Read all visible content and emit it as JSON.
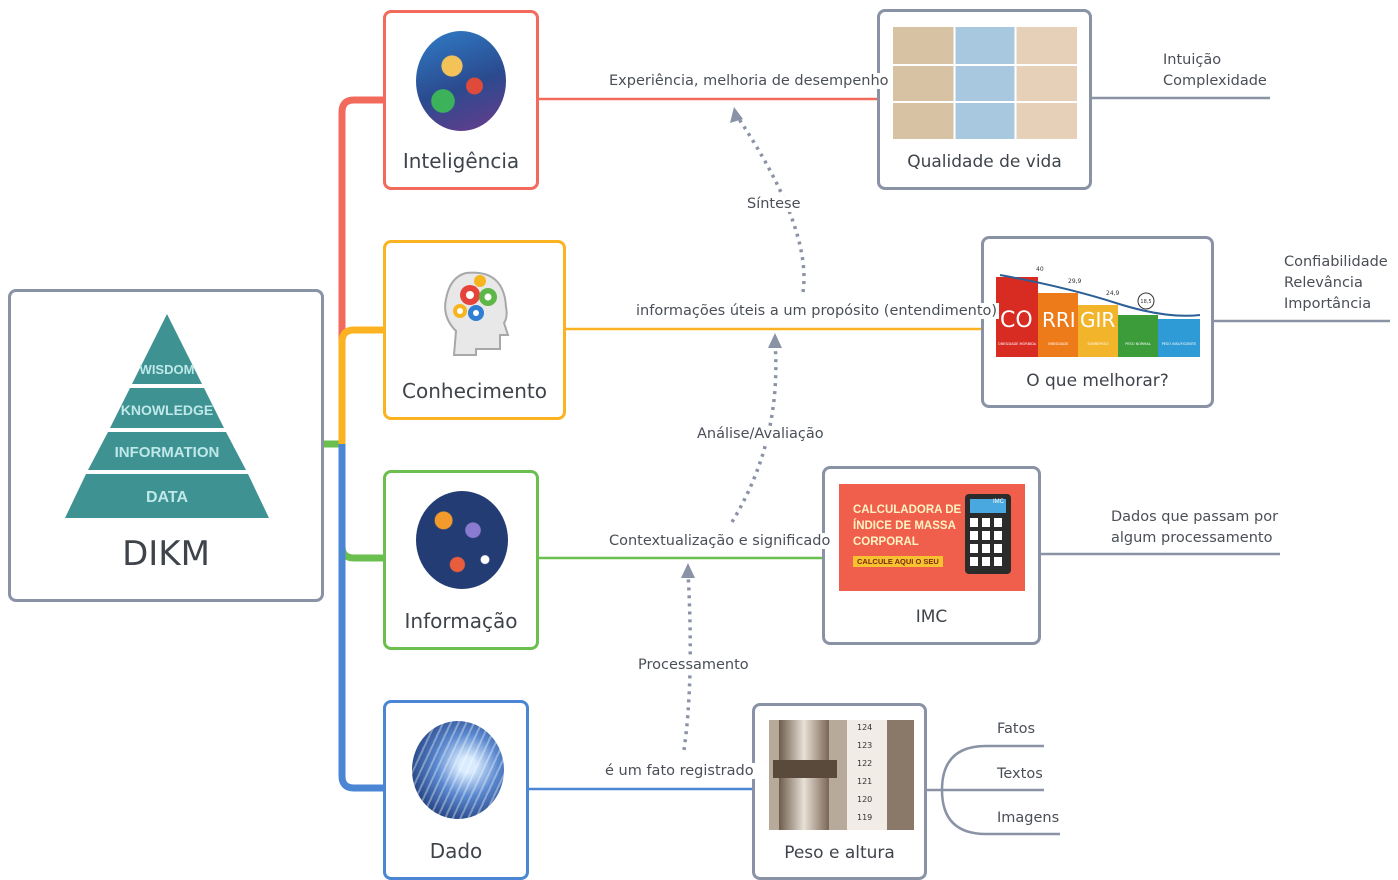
{
  "root": {
    "title": "DIKM",
    "pyramid_layers": [
      "WISDOM",
      "KNOWLEDGE",
      "INFORMATION",
      "DATA"
    ]
  },
  "levels": [
    {
      "id": "inteligencia",
      "label": "Inteligência",
      "color": "#f26a5b",
      "edge_label": "Experiência, melhoria de desempenho",
      "example": "Qualidade de vida",
      "notes": [
        "Intuição",
        "Complexidade"
      ]
    },
    {
      "id": "conhecimento",
      "label": "Conhecimento",
      "color": "#fbb321",
      "edge_label": "informações úteis a um propósito (entendimento)",
      "example": "O que melhorar?",
      "notes": [
        "Confiabilidade",
        "Relevância",
        "Importância"
      ]
    },
    {
      "id": "informacao",
      "label": "Informação",
      "color": "#6bbf4e",
      "edge_label": "Contextualização e significado",
      "example": "IMC",
      "notes": [
        "Dados que passam por",
        "algum processamento"
      ]
    },
    {
      "id": "dado",
      "label": "Dado",
      "color": "#4a86d4",
      "edge_label": "é um fato registrado",
      "example": "Peso e altura",
      "notes": [
        "Fatos",
        "Textos",
        "Imagens"
      ]
    }
  ],
  "transitions": [
    "Síntese",
    "Análise/Avaliação",
    "Processamento"
  ],
  "image_text": {
    "corrigir": {
      "letters": [
        "CO",
        "RRI",
        "GIR"
      ],
      "values": [
        "40",
        "29,9",
        "24,9",
        "18,5"
      ],
      "categories": [
        "OBESIDADE MÓRBIDA",
        "OBESIDADE",
        "SOBREPESO",
        "PESO NORMAL",
        "PESO INSUFICIENTE"
      ]
    },
    "imc_banner": {
      "lines": [
        "CALCULADORA DE",
        "ÍNDICE DE MASSA",
        "CORPORAL"
      ],
      "button": "CALCULE AQUI O SEU",
      "calc_display": "IMC"
    },
    "scale_ticks": [
      "124",
      "123",
      "122",
      "121",
      "120",
      "119"
    ]
  },
  "colors": {
    "border": "#8a93a6",
    "trunk_green": "#6bbf4e",
    "dotted": "#8a93a6"
  }
}
